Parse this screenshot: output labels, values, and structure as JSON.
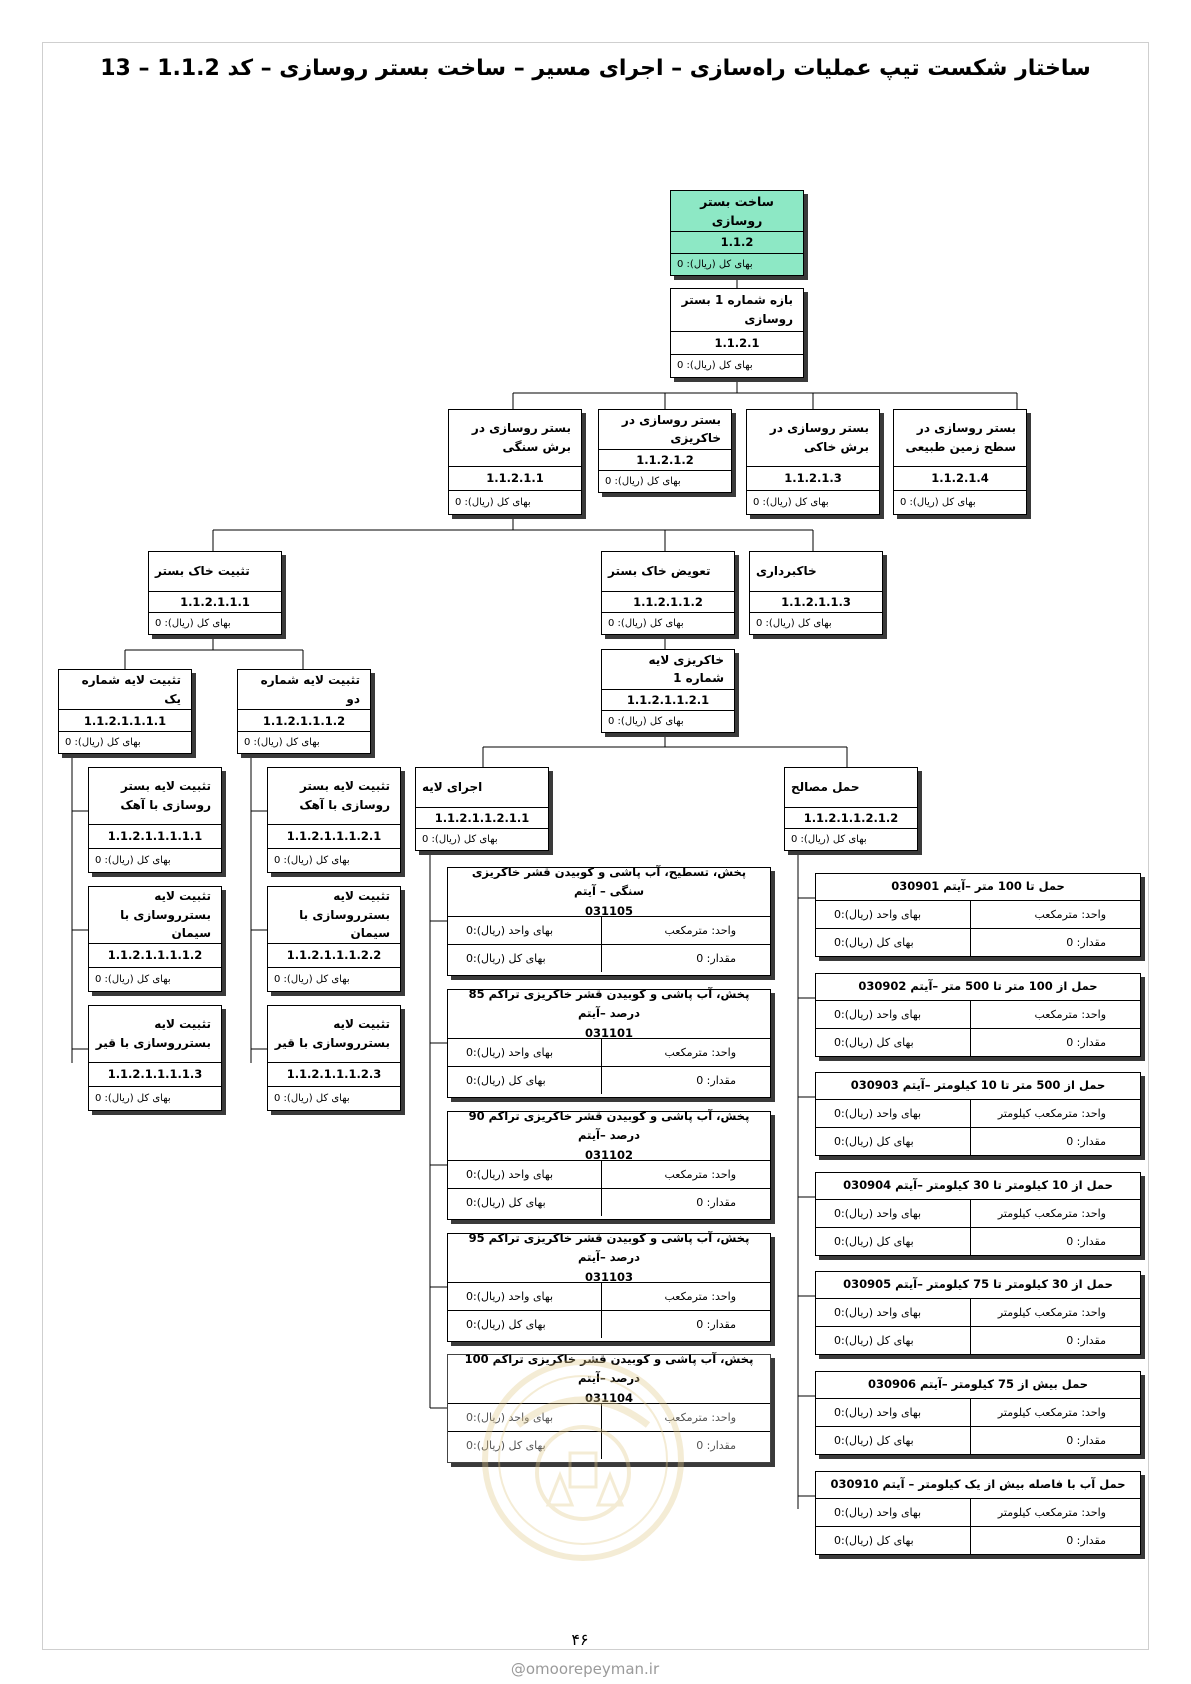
{
  "title": "ساختار شکست تیپ عملیات راه‌سازی – اجرای مسیر – ساخت بستر روسازی – کد 1.1.2 – 13",
  "price_label": "بهای کل (ریال): 0",
  "wbs": {
    "root": {
      "title": "ساخت بستر روسازی",
      "code": "1.1.2"
    },
    "n1": {
      "title": "بازه شماره 1 بستر روسازی",
      "code": "1.1.2.1"
    },
    "n11": {
      "title": "بستر روسازی در برش سنگی",
      "code": "1.1.2.1.1"
    },
    "n12": {
      "title": "بستر روسازی در خاکریزی",
      "code": "1.1.2.1.2"
    },
    "n13": {
      "title": "بستر روسازی در برش خاکی",
      "code": "1.1.2.1.3"
    },
    "n14": {
      "title": "بستر روسازی در سطح زمین طبیعی",
      "code": "1.1.2.1.4"
    },
    "n111": {
      "title": "تثبیت خاک بستر",
      "code": "1.1.2.1.1.1"
    },
    "n112": {
      "title": "تعویض خاک بستر",
      "code": "1.1.2.1.1.2"
    },
    "n113": {
      "title": "خاکبرداری",
      "code": "1.1.2.1.1.3"
    },
    "n1111": {
      "title": "تثبیت لایه شماره یک",
      "code": "1.1.2.1.1.1.1"
    },
    "n1112": {
      "title": "تثبیت لایه شماره دو",
      "code": "1.1.2.1.1.1.2"
    },
    "n1121": {
      "title": "خاکریزی لایه شماره 1",
      "code": "1.1.2.1.1.2.1"
    },
    "n11111": {
      "title": "تثبیت لایه بستر روسازی با آهک",
      "code": "1.1.2.1.1.1.1.1"
    },
    "n11112": {
      "title": "تثبیت لایه بستر‌روسازی با سیمان",
      "code": "1.1.2.1.1.1.1.2"
    },
    "n11113": {
      "title": "تثبیت لایه بستر‌روسازی با قیر",
      "code": "1.1.2.1.1.1.1.3"
    },
    "n11121": {
      "title": "تثبیت لایه بستر روسازی با آهک",
      "code": "1.1.2.1.1.1.2.1"
    },
    "n11122": {
      "title": "تثبیت لایه بستر‌روسازی با سیمان",
      "code": "1.1.2.1.1.1.2.2"
    },
    "n11123": {
      "title": "تثبیت لایه بستر‌روسازی با قیر",
      "code": "1.1.2.1.1.1.2.3"
    },
    "n11211": {
      "title": "اجرای لایه",
      "code": "1.1.2.1.1.2.1.1"
    },
    "n11212": {
      "title": "حمل مصالح",
      "code": "1.1.2.1.1.2.1.2"
    }
  },
  "items_left": [
    {
      "l1": "پخش، تسطیح، آب پاشی و کوبیدن قشر خاکریزی سنگی – آیتم",
      "l2": "031105",
      "unit": "واحد: مترمکعب",
      "unit_price": "بهای واحد (ریال):0",
      "qty": "مقدار: 0",
      "total": "بهای کل (ریال):0"
    },
    {
      "l1": "پخش، آب پاشی و کوبیدن قشر خاکریزی تراکم 85 درصد –آیتم",
      "l2": "031101",
      "unit": "واحد: مترمکعب",
      "unit_price": "بهای واحد (ریال):0",
      "qty": "مقدار: 0",
      "total": "بهای کل (ریال):0"
    },
    {
      "l1": "پخش، آب پاشی و کوبیدن قشر خاکریزی تراکم 90 درصد –آیتم",
      "l2": "031102",
      "unit": "واحد: مترمکعب",
      "unit_price": "بهای واحد (ریال):0",
      "qty": "مقدار: 0",
      "total": "بهای کل (ریال):0"
    },
    {
      "l1": "پخش، آب پاشی و کوبیدن قشر خاکریزی تراکم 95 درصد –آیتم",
      "l2": "031103",
      "unit": "واحد: مترمکعب",
      "unit_price": "بهای واحد (ریال):0",
      "qty": "مقدار: 0",
      "total": "بهای کل (ریال):0"
    },
    {
      "l1": "پخش، آب پاشی و کوبیدن قشر خاکریزی تراکم 100 درصد –آیتم",
      "l2": "031104",
      "unit": "واحد: مترمکعب",
      "unit_price": "بهای واحد (ریال):0",
      "qty": "مقدار: 0",
      "total": "بهای کل (ریال):0"
    }
  ],
  "items_right": [
    {
      "l1": "حمل تا 100 متر –آیتم 030901",
      "unit": "واحد: مترمکعب",
      "unit_price": "بهای واحد (ریال):0",
      "qty": "مقدار: 0",
      "total": "بهای کل (ریال):0"
    },
    {
      "l1": "حمل از 100 متر تا 500 متر –آیتم 030902",
      "unit": "واحد: مترمکعب",
      "unit_price": "بهای واحد (ریال):0",
      "qty": "مقدار: 0",
      "total": "بهای کل (ریال):0"
    },
    {
      "l1": "حمل از 500 متر تا 10 کیلومتر –آیتم 030903",
      "unit": "واحد: مترمکعب کیلومتر",
      "unit_price": "بهای واحد (ریال):0",
      "qty": "مقدار: 0",
      "total": "بهای کل (ریال):0"
    },
    {
      "l1": "حمل از 10 کیلومتر  تا 30 کیلومتر –آیتم 030904",
      "unit": "واحد: مترمکعب کیلومتر",
      "unit_price": "بهای واحد (ریال):0",
      "qty": "مقدار: 0",
      "total": "بهای کل (ریال):0"
    },
    {
      "l1": "حمل از 30 کیلومتر  تا 75 کیلومتر –آیتم 030905",
      "unit": "واحد: مترمکعب کیلومتر",
      "unit_price": "بهای واحد (ریال):0",
      "qty": "مقدار: 0",
      "total": "بهای کل (ریال):0"
    },
    {
      "l1": "حمل بیش از 75 کیلومتر –آیتم 030906",
      "unit": "واحد: مترمکعب کیلومتر",
      "unit_price": "بهای واحد (ریال):0",
      "qty": "مقدار: 0",
      "total": "بهای کل (ریال):0"
    },
    {
      "l1": "حمل آب با فاصله بیش از یک کیلومتر – آیتم 030910",
      "unit": "واحد: مترمکعب کیلومتر",
      "unit_price": "بهای واحد (ریال):0",
      "qty": "مقدار: 0",
      "total": "بهای کل (ریال):0"
    }
  ],
  "page_number": "۴۶",
  "footer": "@omoorepeyman.ir"
}
